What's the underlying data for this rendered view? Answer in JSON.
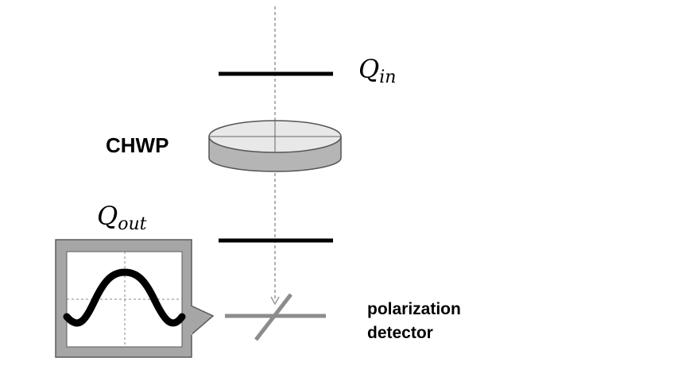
{
  "labels": {
    "q_in": {
      "main": "Q",
      "sub": "in"
    },
    "chwp": "CHWP",
    "q_out": {
      "main": "Q",
      "sub": "out"
    },
    "detector": [
      "polarization",
      "detector"
    ]
  },
  "colors": {
    "line": "#000000",
    "axis": "#999999",
    "plate_top": "#e8e8e8",
    "plate_side": "#b5b5b5",
    "plate_edge": "#555555",
    "monitor_frame": "#a6a6a6",
    "monitor_border": "#5a5a5a",
    "screen": "#ffffff",
    "grid": "#888888",
    "signal": "#000000",
    "detector": "#8c8c8c"
  }
}
